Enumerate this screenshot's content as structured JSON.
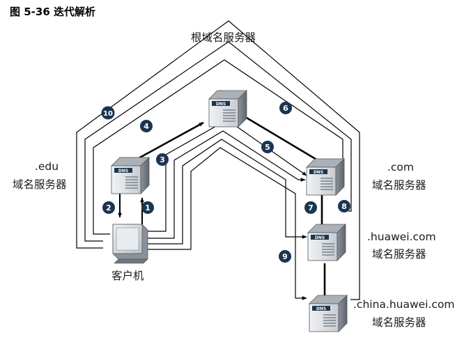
{
  "figure": {
    "caption": "图 5-36 迭代解析"
  },
  "nodes": {
    "root": {
      "name": "根域名服务器",
      "badge": "DNS"
    },
    "edu": {
      "domain": ".edu",
      "name": "域名服务器",
      "badge": "DNS"
    },
    "com": {
      "domain": ".com",
      "name": "域名服务器",
      "badge": "DNS"
    },
    "huawei": {
      "domain": ".huawei.com",
      "name": "域名服务器",
      "badge": "DNS"
    },
    "china": {
      "domain": ".china.huawei.com",
      "name": "域名服务器",
      "badge": "DNS"
    },
    "client": {
      "name": "客户机"
    }
  },
  "steps": [
    "1",
    "2",
    "3",
    "4",
    "5",
    "6",
    "7",
    "8",
    "9",
    "10"
  ],
  "colors": {
    "badge": "#1a3550",
    "line": "#000000",
    "server_light": "#e3e6ea",
    "server_dark": "#7d8590"
  }
}
